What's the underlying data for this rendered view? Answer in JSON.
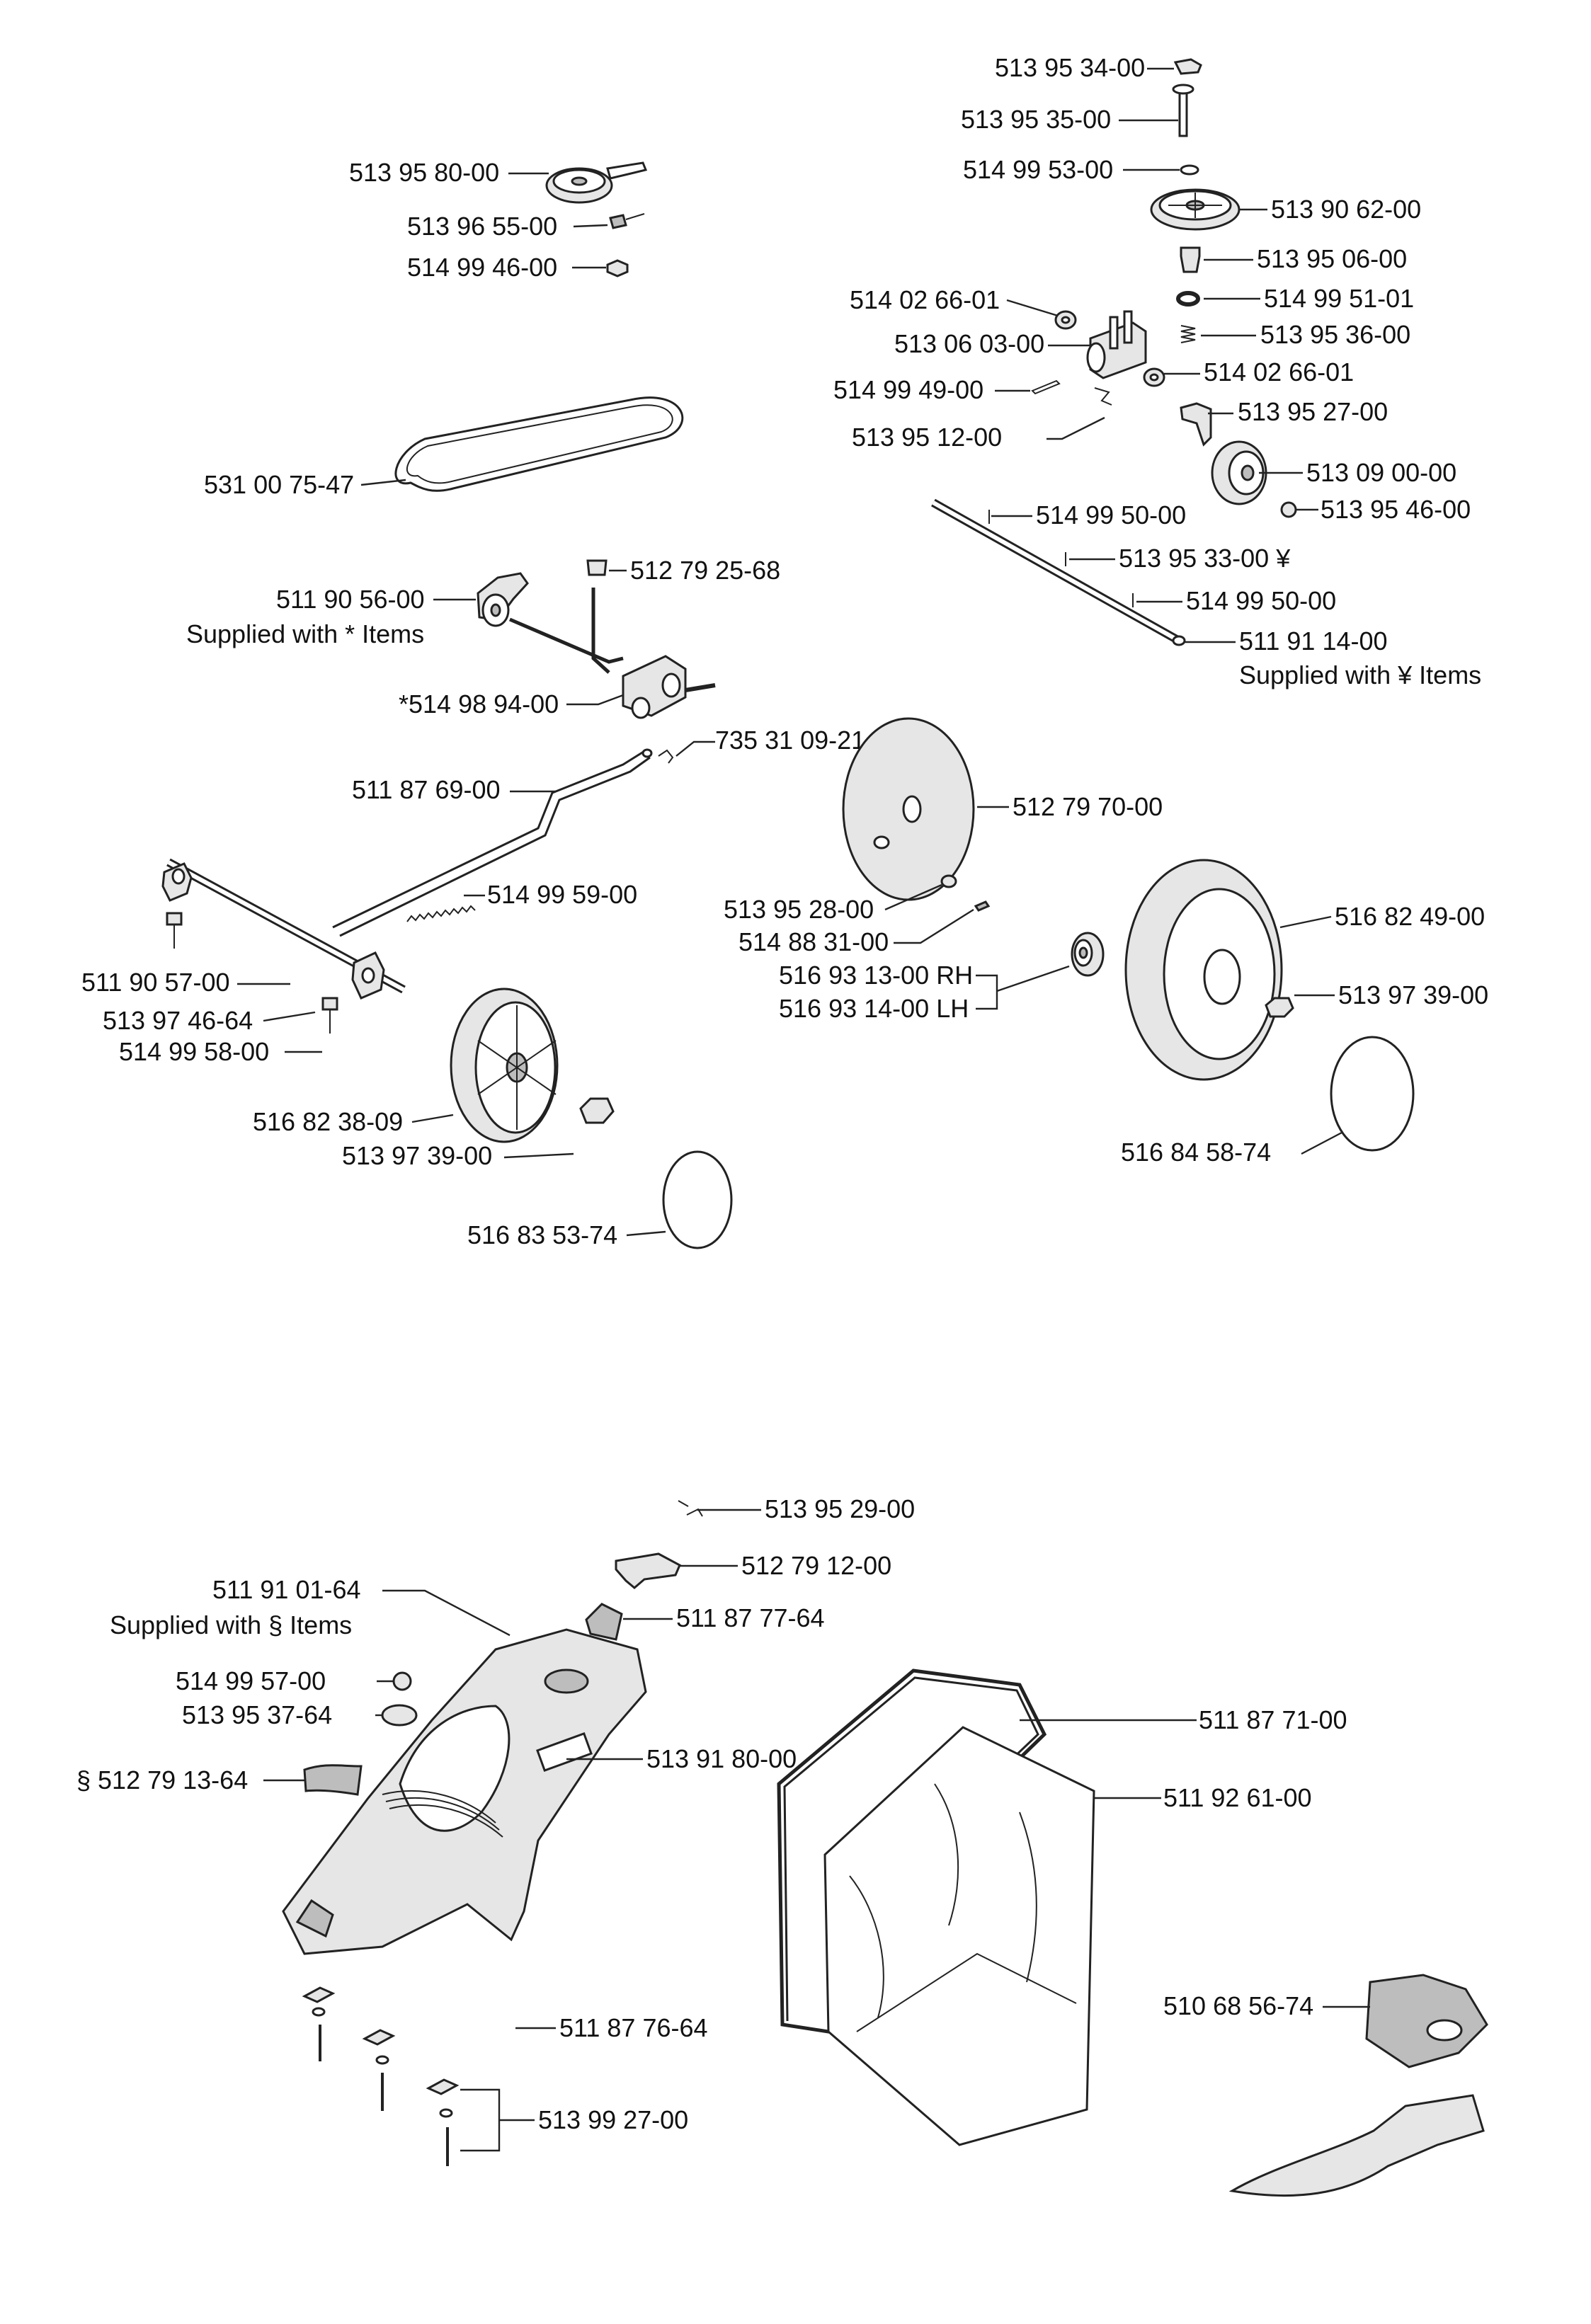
{
  "upper_assembly": {
    "l01": "513 95 34-00",
    "l02": "513 95 35-00",
    "l03": "514 99 53-00",
    "l04": "513 90 62-00",
    "l05": "513 95 06-00",
    "l06": "514 99 51-01",
    "l07": "513 95 36-00",
    "l08": "514 02 66-01",
    "l09": "513 06 03-00",
    "l10": "514 02 66-01",
    "l11": "514 99 49-00",
    "l12": "513 95 27-00",
    "l13": "513 95 12-00",
    "l14": "513 09 00-00",
    "l15": "514 99 50-00",
    "l16": "513 95 46-00",
    "l17": "513 95 33-00 ¥",
    "l18": "514 99 50-00",
    "l19": "511 91 14-00",
    "l19_note": "Supplied with ¥ Items",
    "l20": "513 95 80-00",
    "l21": "513 96 55-00",
    "l22": "514 99 46-00",
    "l23": "531 00 75-47",
    "l24": "512 79 25-68",
    "l25": "511 90 56-00",
    "l25_note": "Supplied with * Items",
    "l26": "*514 98 94-00",
    "l27": "735 31 09-21",
    "l28": "511 87 69-00",
    "l29": "512 79 70-00",
    "l30": "514 99 59-00",
    "l31": "513 95 28-00",
    "l32": "514 88 31-00",
    "l33": "516 82 49-00",
    "l34": "516 93 13-00 RH",
    "l35": "516 93 14-00 LH",
    "l36": "511 90 57-00",
    "l37": "513 97 46-64",
    "l38": "514 99 58-00",
    "l39": "513 97 39-00",
    "l40": "516 82 38-09",
    "l41": "513 97 39-00",
    "l42": "516 84 58-74",
    "l43": "516 83 53-74"
  },
  "lower_assembly": {
    "m01": "513 95 29-00",
    "m02": "512 79 12-00",
    "m03": "511 91 01-64",
    "m03_note": "Supplied with § Items",
    "m04": "511 87 77-64",
    "m05": "514 99 57-00",
    "m06": "513 95 37-64",
    "m07": "511 87 71-00",
    "m08": "513 91 80-00",
    "m09": "§ 512 79 13-64",
    "m10": "511 92 61-00",
    "m11": "510 68 56-74",
    "m12": "511 87 76-64",
    "m13": "513 99 27-00"
  }
}
